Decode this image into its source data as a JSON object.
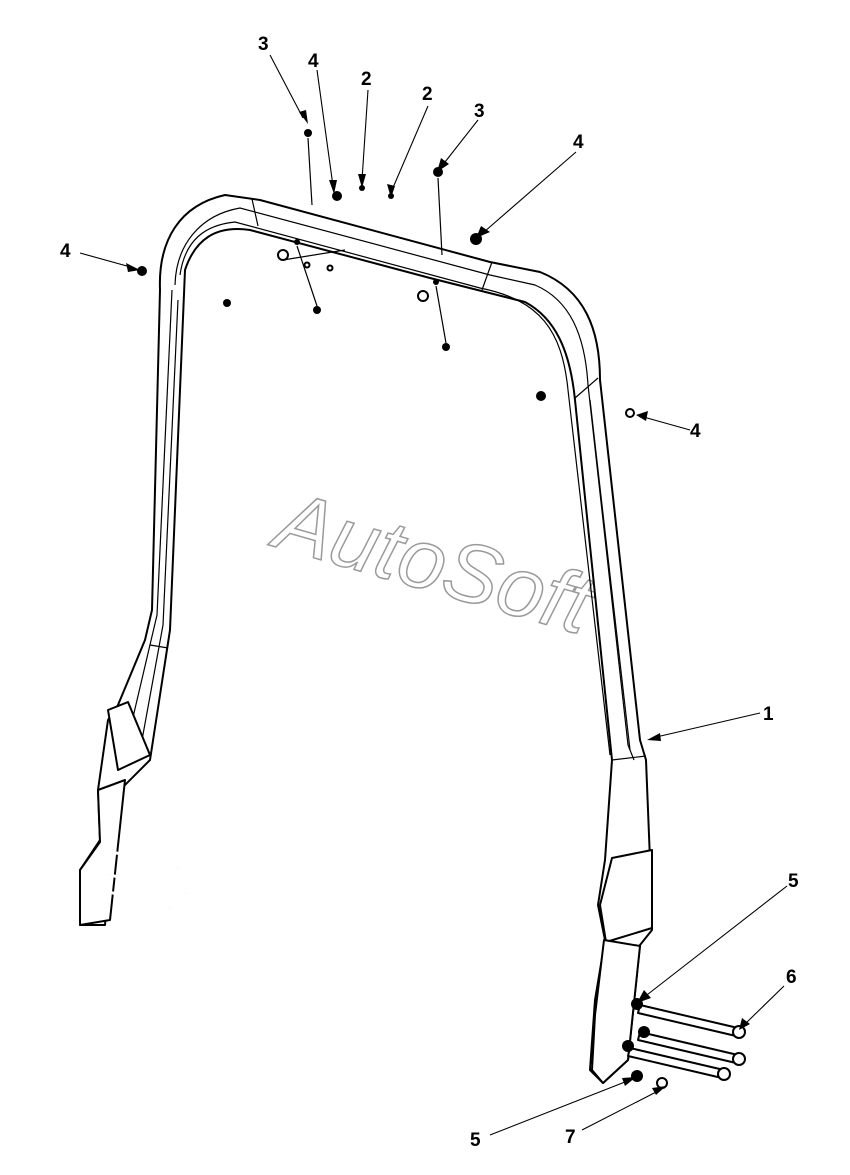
{
  "watermark": "AutoSoft",
  "colors": {
    "line": "#000000",
    "background": "#ffffff",
    "watermark": "#9a9a9a"
  },
  "callouts": [
    {
      "id": "c-3a",
      "label": "3"
    },
    {
      "id": "c-4a",
      "label": "4"
    },
    {
      "id": "c-2a",
      "label": "2"
    },
    {
      "id": "c-2b",
      "label": "2"
    },
    {
      "id": "c-3b",
      "label": "3"
    },
    {
      "id": "c-4b",
      "label": "4"
    },
    {
      "id": "c-4c",
      "label": "4"
    },
    {
      "id": "c-4d",
      "label": "4"
    },
    {
      "id": "c-1",
      "label": "1"
    },
    {
      "id": "c-5a",
      "label": "5"
    },
    {
      "id": "c-6",
      "label": "6"
    },
    {
      "id": "c-5b",
      "label": "5"
    },
    {
      "id": "c-7",
      "label": "7"
    }
  ]
}
